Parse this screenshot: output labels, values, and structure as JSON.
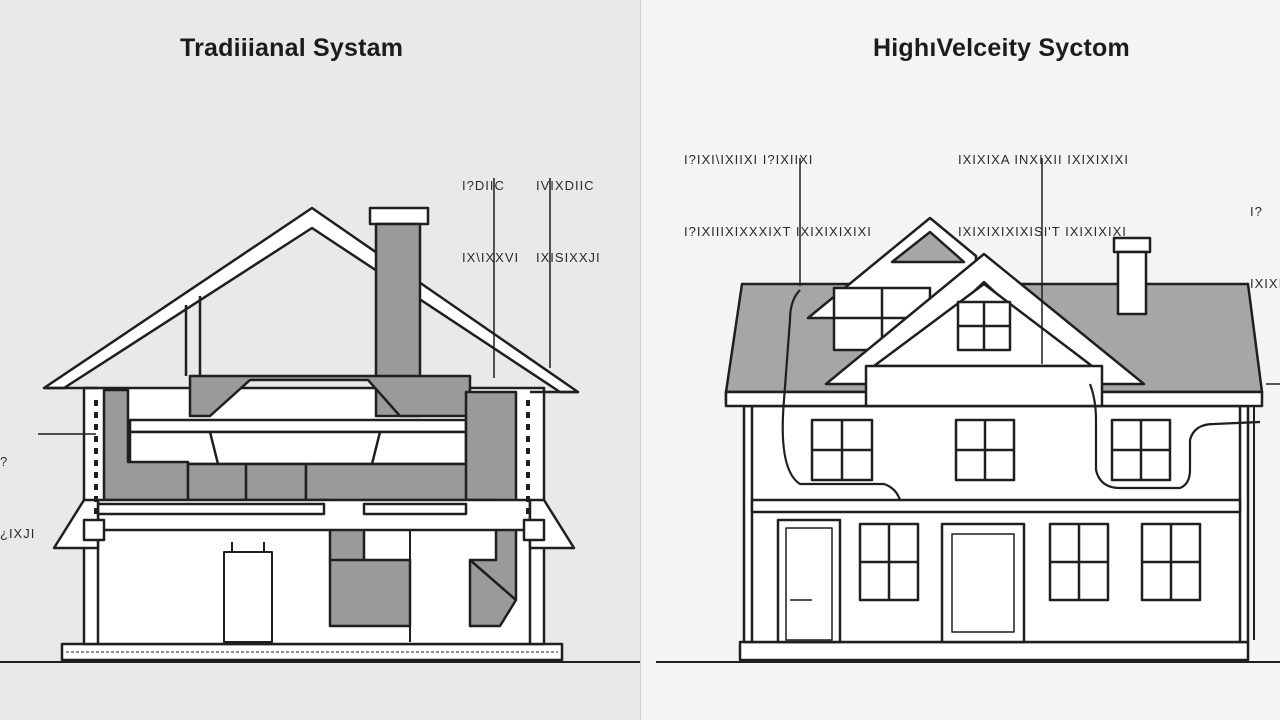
{
  "panels": {
    "left": {
      "title": "Tradiiianal Systam",
      "callouts": [
        {
          "line1": "I?DIIC",
          "line2": "IX\\IXXVI"
        },
        {
          "line1": "IVIXDIIC",
          "line2": "IXISIXXJI"
        },
        {
          "line1": "?",
          "line2": "¿IXJI"
        }
      ]
    },
    "right": {
      "title": "HighıVelceity Syctom",
      "callouts": [
        {
          "line1": "I?IXI\\IXIIXI I?IXIIXI",
          "line2": "I?IXIIIXIXXXIXT IXIXIXIXIXI"
        },
        {
          "line1": "IXIXIXA INXIXII IXIXIXIXI",
          "line2": "IXIXIXIXIXISI'T IXIXIXIXI"
        },
        {
          "line1": "I?",
          "line2": "IXIXIXIXI"
        }
      ]
    }
  },
  "colors": {
    "ink": "#1f1f1f",
    "duct_fill": "#9a9a9a",
    "wall_fill": "#ffffff",
    "left_bg": "#e9e9e9",
    "right_bg": "#f4f4f4"
  }
}
